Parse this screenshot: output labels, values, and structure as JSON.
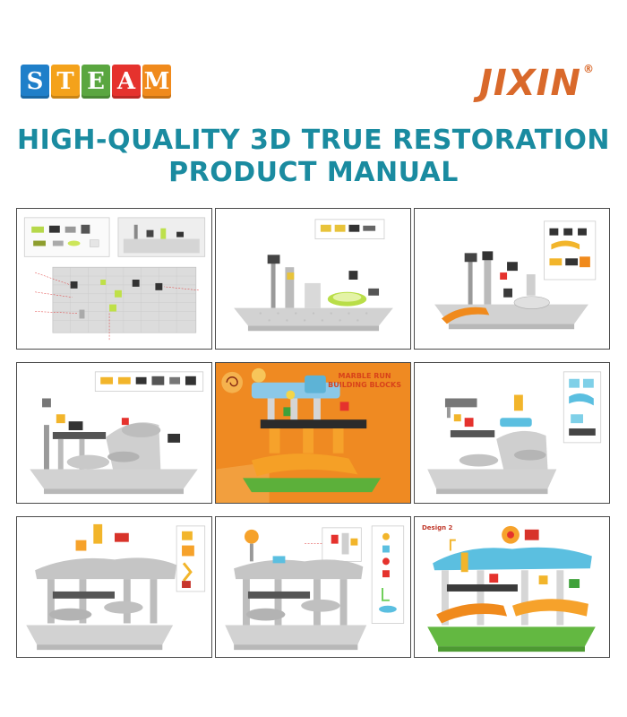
{
  "logo": {
    "letters": [
      "S",
      "T",
      "E",
      "A",
      "M"
    ],
    "colors": [
      "#1f7fc9",
      "#f4a21b",
      "#5aa640",
      "#e5322d",
      "#f08a1c"
    ]
  },
  "brand": {
    "name": "JIXIN",
    "mark": "®"
  },
  "headline": {
    "line1": "HIGH-QUALITY 3D TRUE RESTORATION",
    "line2": "PRODUCT MANUAL"
  },
  "panels": [
    {
      "id": "step-1",
      "kind": "parts-layout"
    },
    {
      "id": "step-2",
      "kind": "build"
    },
    {
      "id": "step-3",
      "kind": "build"
    },
    {
      "id": "step-4",
      "kind": "build"
    },
    {
      "id": "poster",
      "kind": "box-art",
      "title_line1": "MARBLE RUN",
      "title_line2": "BUILDING BLOCKS"
    },
    {
      "id": "step-6",
      "kind": "build"
    },
    {
      "id": "step-7",
      "kind": "build"
    },
    {
      "id": "step-8",
      "kind": "build"
    },
    {
      "id": "design",
      "kind": "complete",
      "label": "Design 2"
    }
  ]
}
